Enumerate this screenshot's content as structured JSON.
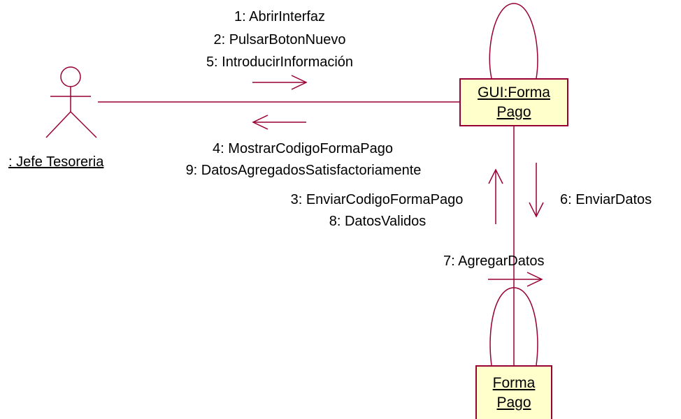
{
  "colors": {
    "line": "#990033",
    "object_fill": "#ffffcc",
    "object_border": "#990033",
    "text": "#000000"
  },
  "actor": {
    "name": ": Jefe Tesoreria"
  },
  "objects": {
    "gui": {
      "line1": "GUI:Forma",
      "line2": "Pago"
    },
    "entity": {
      "line1": "Forma",
      "line2": "Pago"
    }
  },
  "messages": {
    "actor_to_gui": [
      "1: AbrirInterfaz",
      "2: PulsarBotonNuevo",
      "5: IntroducirInformación"
    ],
    "gui_to_actor": [
      "4: MostrarCodigoFormaPago",
      "9: DatosAgregadosSatisfactoriamente"
    ],
    "entity_to_gui": [
      "3: EnviarCodigoFormaPago",
      "8: DatosValidos"
    ],
    "gui_to_entity": [
      "6: EnviarDatos"
    ],
    "entity_self": [
      "7: AgregarDatos"
    ]
  }
}
